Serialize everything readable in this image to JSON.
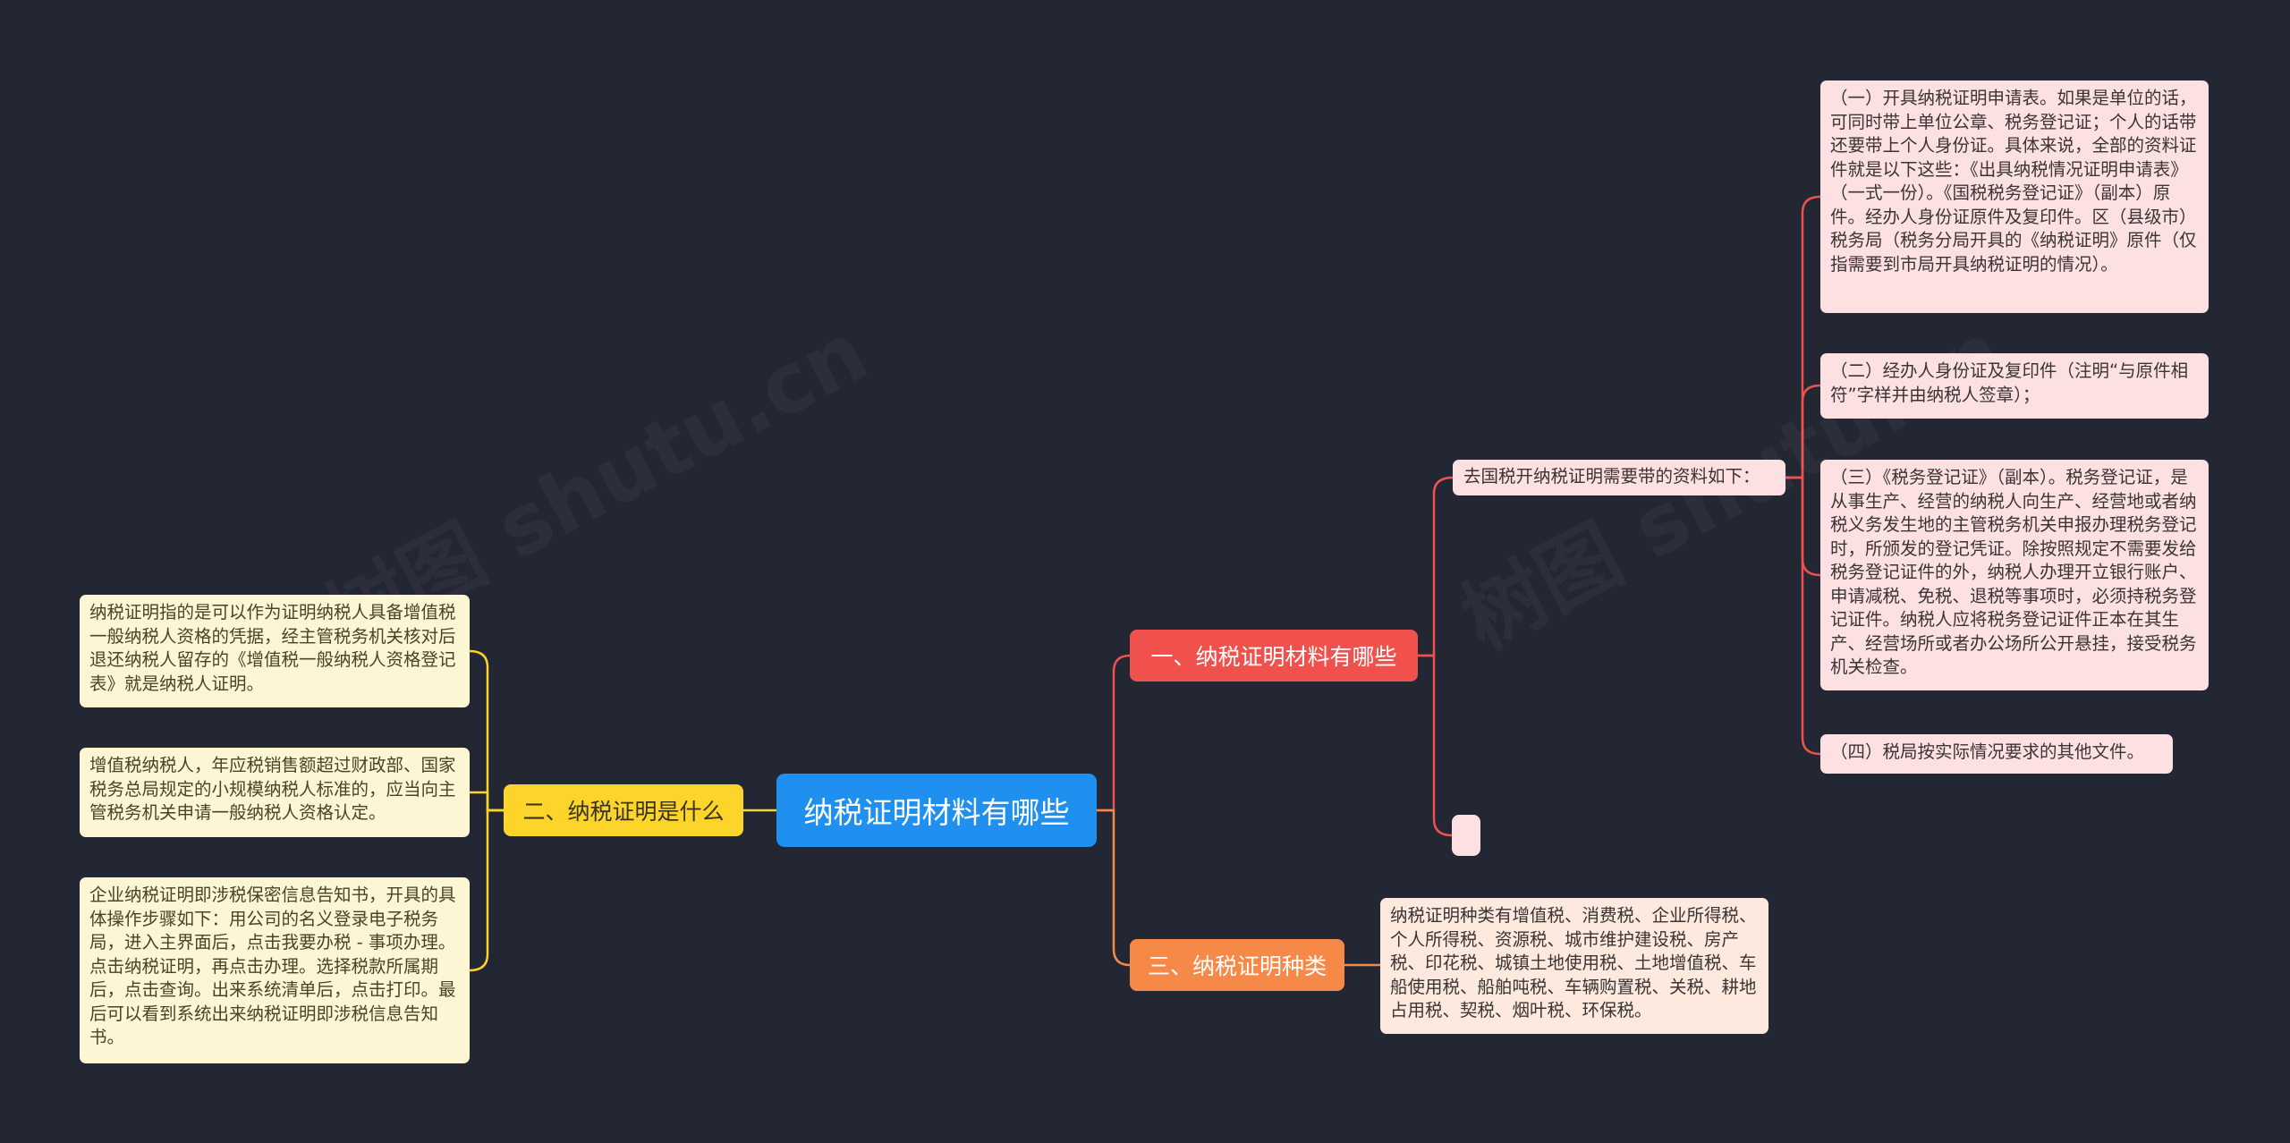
{
  "root": {
    "label": "纳税证明材料有哪些"
  },
  "colors": {
    "background": "#232633",
    "root": "#1f8ff0",
    "branch_red": "#f0514d",
    "branch_orange": "#f78948",
    "branch_yellow": "#fcd42a",
    "leaf_pink": "#fde1e2",
    "leaf_peach": "#fde9de",
    "leaf_cream": "#fdf6d4"
  },
  "branches": {
    "materials": {
      "label": "一、纳税证明材料有哪些",
      "intro": "去国税开纳税证明需要带的资料如下：",
      "items": [
        "（一）开具纳税证明申请表。如果是单位的话，可同时带上单位公章、税务登记证；个人的话带还要带上个人身份证。具体来说，全部的资料证件就是以下这些：《出具纳税情况证明申请表》（一式一份）。《国税税务登记证》（副本）原件。经办人身份证原件及复印件。区（县级市）税务局（税务分局开具的《纳税证明》原件（仅指需要到市局开具纳税证明的情况）。",
        "（二）经办人身份证及复印件（注明“与原件相符”字样并由纳税人签章）；",
        "（三）《税务登记证》（副本）。税务登记证，是从事生产、经营的纳税人向生产、经营地或者纳税义务发生地的主管税务机关申报办理税务登记时，所颁发的登记凭证。除按照规定不需要发给税务登记证件的外，纳税人办理开立银行账户、申请减税、免税、退税等事项时，必须持税务登记证件。纳税人应将税务登记证件正本在其生产、经营场所或者办公场所公开悬挂，接受税务机关检查。",
        "（四）税局按实际情况要求的其他文件。"
      ]
    },
    "types": {
      "label": "三、纳税证明种类",
      "text": "纳税证明种类有增值税、消费税、企业所得税、个人所得税、资源税、城市维护建设税、房产税、印花税、城镇土地使用税、土地增值税、车船使用税、船舶吨税、车辆购置税、关税、耕地占用税、契税、烟叶税、环保税。"
    },
    "what": {
      "label": "二、纳税证明是什么",
      "items": [
        "纳税证明指的是可以作为证明纳税人具备增值税一般纳税人资格的凭据，经主管税务机关核对后退还纳税人留存的《增值税一般纳税人资格登记表》就是纳税人证明。",
        "增值税纳税人，年应税销售额超过财政部、国家税务总局规定的小规模纳税人标准的，应当向主管税务机关申请一般纳税人资格认定。",
        "企业纳税证明即涉税保密信息告知书，开具的具体操作步骤如下：用公司的名义登录电子税务局，进入主界面后，点击我要办税 - 事项办理。点击纳税证明，再点击办理。选择税款所属期后，点击查询。出来系统清单后，点击打印。最后可以看到系统出来纳税证明即涉税信息告知书。"
      ]
    }
  },
  "watermark": "树图 shutu.cn"
}
